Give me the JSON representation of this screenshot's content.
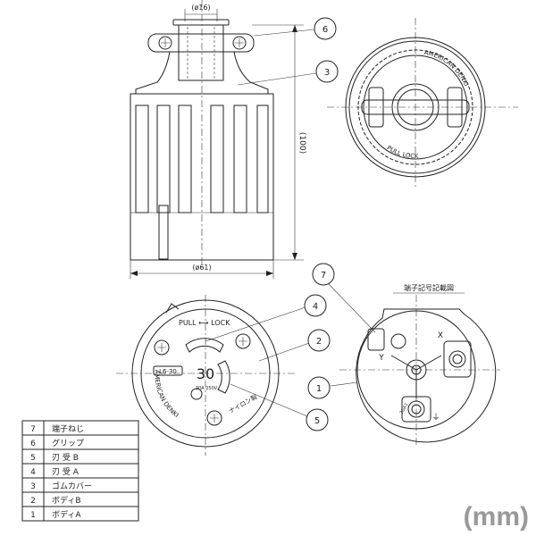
{
  "dimensions": {
    "top_diameter": "(ø16)",
    "height": "(100)",
    "body_diameter": "(ø61)"
  },
  "callouts": {
    "c6": "6",
    "c3": "3",
    "c7": "7",
    "c4": "4",
    "c2": "2",
    "c1": "1",
    "c5": "5"
  },
  "top_view": {
    "brand_arc": "AMERICAN DENKI",
    "pull_lock_arc": "PULL LOCK"
  },
  "front_face": {
    "pull_lock": "PULL ⟷ LOCK",
    "rating": "30",
    "model": "L6-30",
    "small_rating": "30A 250V",
    "brand_arc": "AMERICAN DENKI",
    "material": "ナイロン製"
  },
  "terminal_diagram": {
    "title": "端子記号記載図",
    "ground_mark": "⏚",
    "serial": "2GA1"
  },
  "parts_table": [
    {
      "no": "7",
      "name": "端子ねじ"
    },
    {
      "no": "6",
      "name": "グリップ"
    },
    {
      "no": "5",
      "name": "刃 受 B"
    },
    {
      "no": "4",
      "name": "刃 受 A"
    },
    {
      "no": "3",
      "name": "ゴムカバー"
    },
    {
      "no": "2",
      "name": "ボディB"
    },
    {
      "no": "1",
      "name": "ボディA"
    }
  ],
  "unit_label": "(mm)"
}
